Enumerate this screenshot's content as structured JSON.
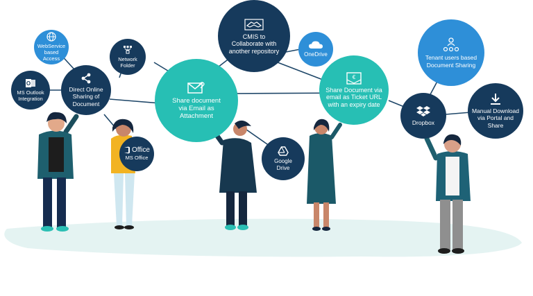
{
  "colors": {
    "teal": "#27bfb4",
    "navy": "#163a5c",
    "blue": "#2e8fd8",
    "line": "#1e4668",
    "ground": "#e4f3f2"
  },
  "nodes": {
    "webservice": {
      "label": "WebService based Access",
      "icon": "globe-icon"
    },
    "ms_outlook": {
      "label": "MS Outlook Integration",
      "icon": "outlook-icon"
    },
    "network_folder": {
      "label": "Network Folder",
      "icon": "network-icon"
    },
    "direct_online": {
      "label": "Direct Online Sharing of Document",
      "icon": "share-icon"
    },
    "cmis": {
      "label": "CMIS to Collaborate with another repository",
      "icon": "handshake-icon"
    },
    "onedrive": {
      "label": "OneDrive",
      "icon": "cloud-icon"
    },
    "email_attachment": {
      "label": "Share document via Email as Attachment",
      "icon": "mail-attachment-icon"
    },
    "ms_office": {
      "label": "MS Office",
      "logo_text": "Office",
      "icon": "office-icon"
    },
    "ticket_url": {
      "label": "Share Document via email as Ticket URL with an expiry date",
      "icon": "euro-mail-icon"
    },
    "google_drive": {
      "label": "Google Drive",
      "icon": "drive-icon"
    },
    "tenant_users": {
      "label": "Tenant users based Document Sharing",
      "icon": "users-network-icon"
    },
    "dropbox": {
      "label": "Dropbox",
      "icon": "dropbox-icon"
    },
    "manual_download": {
      "label": "Manual Download via Portal and Share",
      "icon": "download-icon"
    }
  }
}
